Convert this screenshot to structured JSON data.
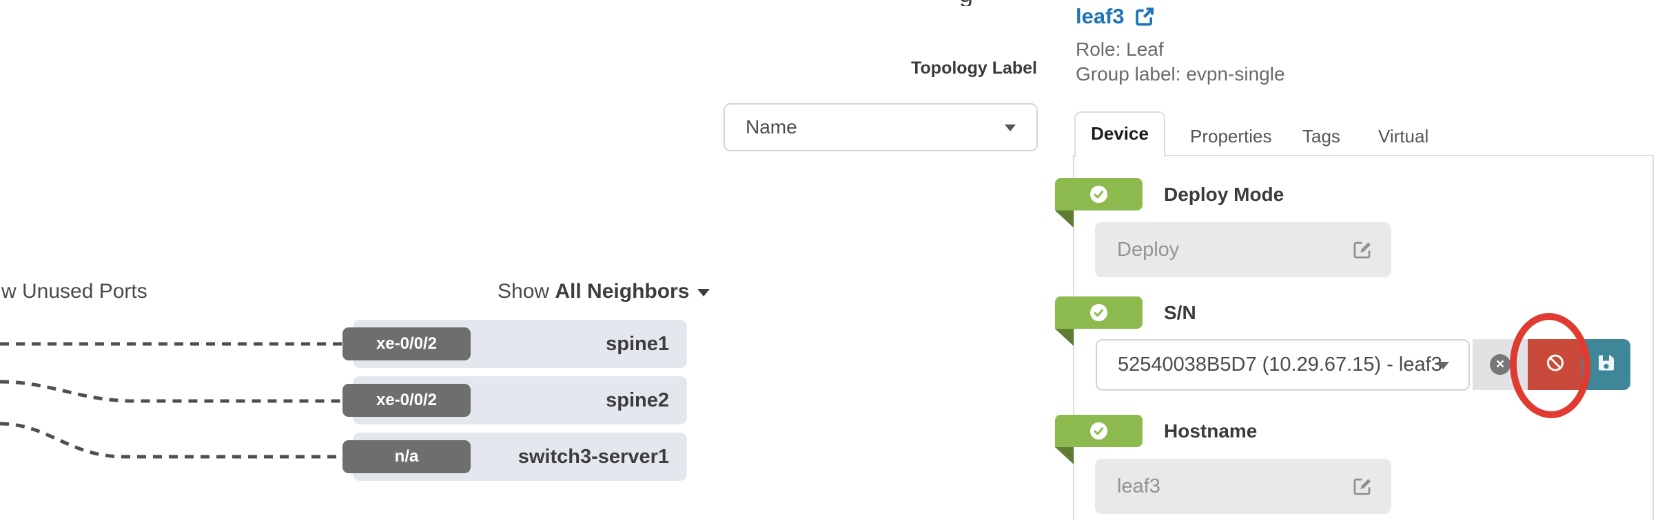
{
  "header": {
    "device_name": "leaf3",
    "role": "Role: Leaf",
    "group_label": "Group label: evpn-single"
  },
  "toolbar": {
    "unused_ports_label": "w Unused Ports",
    "show_label": "Show",
    "neighbors_filter": "All Neighbors",
    "topology_label": "Topology Label",
    "topology_label_value": "Name",
    "text_fragment": "g"
  },
  "neighbors": [
    {
      "port": "xe-0/0/2",
      "device": "spine1"
    },
    {
      "port": "xe-0/0/2",
      "device": "spine2"
    },
    {
      "port": "n/a",
      "device": "switch3-server1"
    }
  ],
  "tabs": {
    "device": "Device",
    "properties": "Properties",
    "tags": "Tags",
    "virtual": "Virtual",
    "active": "Device"
  },
  "sections": {
    "deploy_mode": {
      "title": "Deploy Mode",
      "value": "Deploy",
      "status": "success"
    },
    "serial_number": {
      "title": "S/N",
      "value": "52540038B5D7 (10.29.67.15) - leaf3",
      "status": "success"
    },
    "hostname": {
      "title": "Hostname",
      "value": "leaf3",
      "status": "success"
    }
  },
  "icons": {
    "close_glyph": "×"
  },
  "colors": {
    "accent_green": "#8dba4f",
    "accent_green_dark": "#5e7d33",
    "link_blue": "#1f74b8",
    "danger_red": "#c94a3a",
    "save_teal": "#3e8799",
    "annotation_red": "#e03b30",
    "row_bg": "#e4e7ee",
    "badge_gray": "#6e6e6e"
  }
}
